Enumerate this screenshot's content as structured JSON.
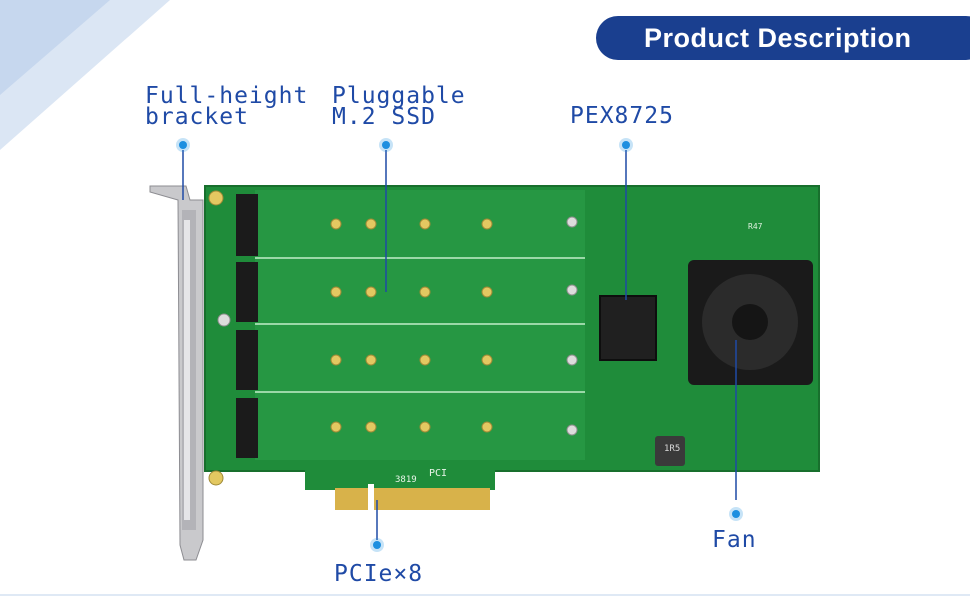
{
  "header": {
    "title": "Product Description"
  },
  "labels": {
    "bracket": {
      "line1": "Full-height",
      "line2": "bracket"
    },
    "ssd": {
      "line1": "Pluggable",
      "line2": "M.2 SSD"
    },
    "chip": "PEX8725",
    "fan": "Fan",
    "pcie": "PCIe×8"
  },
  "board_marks": {
    "pcie_logo": "PCI",
    "chip_code": "3819",
    "inductor": "1R5",
    "resistor": "R47"
  },
  "colors": {
    "accent": "#1a3f8f",
    "label": "#1f4aa6",
    "pcb": "#1f8c3a",
    "gold": "#d8b24a"
  }
}
